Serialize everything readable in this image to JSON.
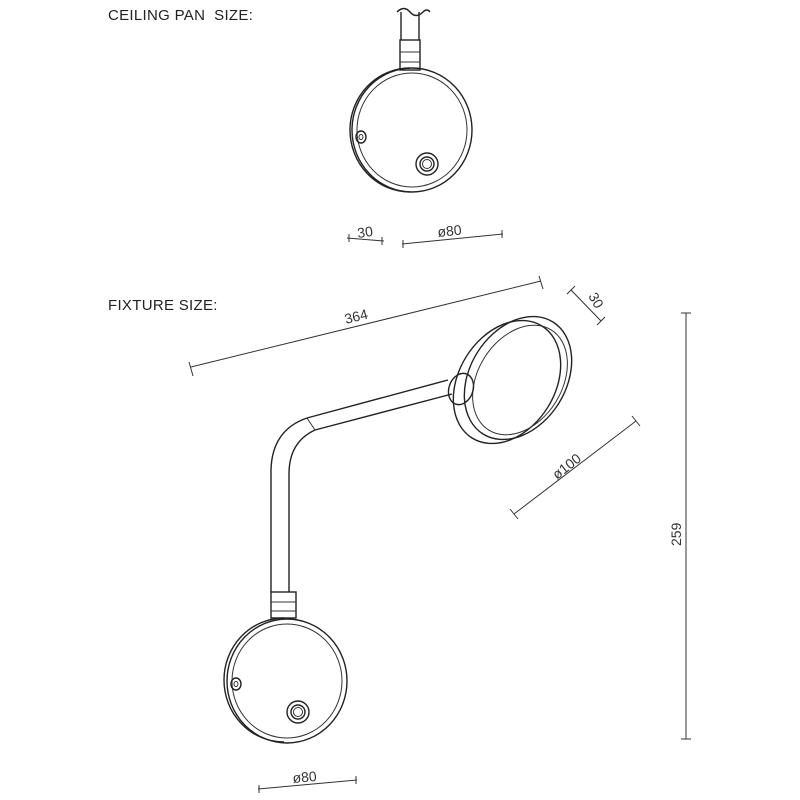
{
  "headings": {
    "ceiling_pan": "CEILING PAN  SIZE:",
    "fixture": "FIXTURE SIZE:"
  },
  "ceiling_pan": {
    "depth": "30",
    "diameter": "ø80"
  },
  "fixture": {
    "length": "364",
    "head_depth": "30",
    "head_diameter": "ø100",
    "height": "259",
    "base_diameter": "ø80"
  },
  "colors": {
    "line": "#222222",
    "text": "#333333",
    "background": "#ffffff"
  }
}
